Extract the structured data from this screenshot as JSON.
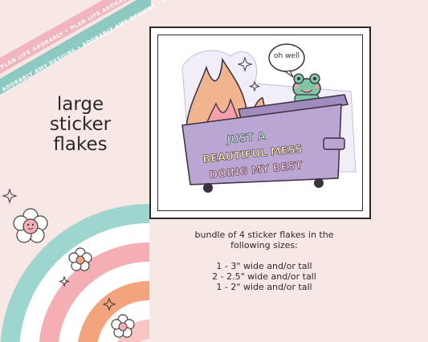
{
  "ribbons": {
    "text_pink": "PLAN LIFE ADORABLY • PLAN LIFE ADORABLY • PLAN LIFE ADORABLY",
    "text_teal": "ADORABLY AMY DESIGNS • ADORABLY AMY DESIGNS • ADORABLY AMY DESIGNS",
    "color_pink": "#f2b5bd",
    "color_teal": "#8cc9c0"
  },
  "headline": {
    "line1": "large",
    "line2": "sticker",
    "line3": "flakes"
  },
  "sticker": {
    "speech": "oh well",
    "text_line1": "JUST A",
    "text_line2": "BEAUTIFUL MESS",
    "text_line3": "DOING MY BEST",
    "colors": {
      "dumpster": "#b9a6d3",
      "dumpster_dark": "#9f8cbc",
      "flame_outer": "#f0b48f",
      "flame_inner": "#f3a0aa",
      "flame_core": "#fbe7a6",
      "frog": "#7fc6a4",
      "outline": "#3b3040"
    }
  },
  "sizes": {
    "intro_line1": "bundle of 4 sticker flakes in the",
    "intro_line2": "following sizes:",
    "items": [
      "1 - 3\" wide and/or tall",
      "2 - 2.5\" wide and/or tall",
      "1 - 2\" wide and/or tall"
    ]
  },
  "rainbow": {
    "colors": [
      "#9dd6cf",
      "#ffffff",
      "#f4aeb4",
      "#ffffff",
      "#f3a47c",
      "#ffffff",
      "#f7c6c4"
    ],
    "flower_colors": [
      "#ffffff",
      "#f4aeb4"
    ],
    "sparkle_color": "#3f3f3f"
  }
}
